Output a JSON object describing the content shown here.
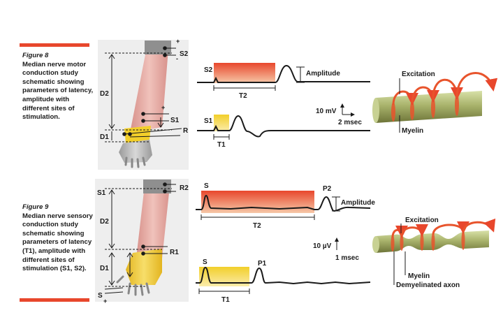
{
  "figure8": {
    "caption_label": "Figure 8",
    "caption_text": "Median nerve motor conduction study schematic showing parameters of latency, amplitude with different sites of stimulation.",
    "arm_labels": {
      "s2": "S2",
      "s1": "S1",
      "d2": "D2",
      "d1": "D1",
      "r": "R",
      "plus": "+",
      "minus": "-"
    },
    "trace_labels": {
      "s2": "S2",
      "s1": "S1",
      "t2": "T2",
      "t1": "T1",
      "amplitude": "Amplitude"
    },
    "scale": {
      "v": "10 mV",
      "t": "2 msec"
    },
    "nerve_labels": {
      "excitation": "Excitation",
      "myelin": "Myelin"
    }
  },
  "figure9": {
    "caption_label": "Figure 9",
    "caption_text": "Median nerve sensory conduction study schematic showing parameters of latency (T1), amplitude with different sites of stimulation (S1, S2).",
    "arm_labels": {
      "s1": "S1",
      "r2": "R2",
      "r1": "R1",
      "d2": "D2",
      "d1": "D1",
      "s": "S",
      "plus": "+"
    },
    "trace_labels": {
      "s_top": "S",
      "s_bottom": "S",
      "p2": "P2",
      "p1": "P1",
      "t2": "T2",
      "t1": "T1",
      "amplitude": "Amplitude"
    },
    "scale": {
      "v": "10 µV",
      "t": "1 msec"
    },
    "nerve_labels": {
      "excitation": "Excitation",
      "myelin": "Myelin",
      "demyelinated": "Demyelinated axon"
    }
  },
  "colors": {
    "accent_red": "#e8472c",
    "latency_orange": "#e8542c",
    "latency_yellow": "#f2cf2a",
    "arm_skin": "#e9b3ab",
    "nerve_gray": "#b7c07a"
  }
}
